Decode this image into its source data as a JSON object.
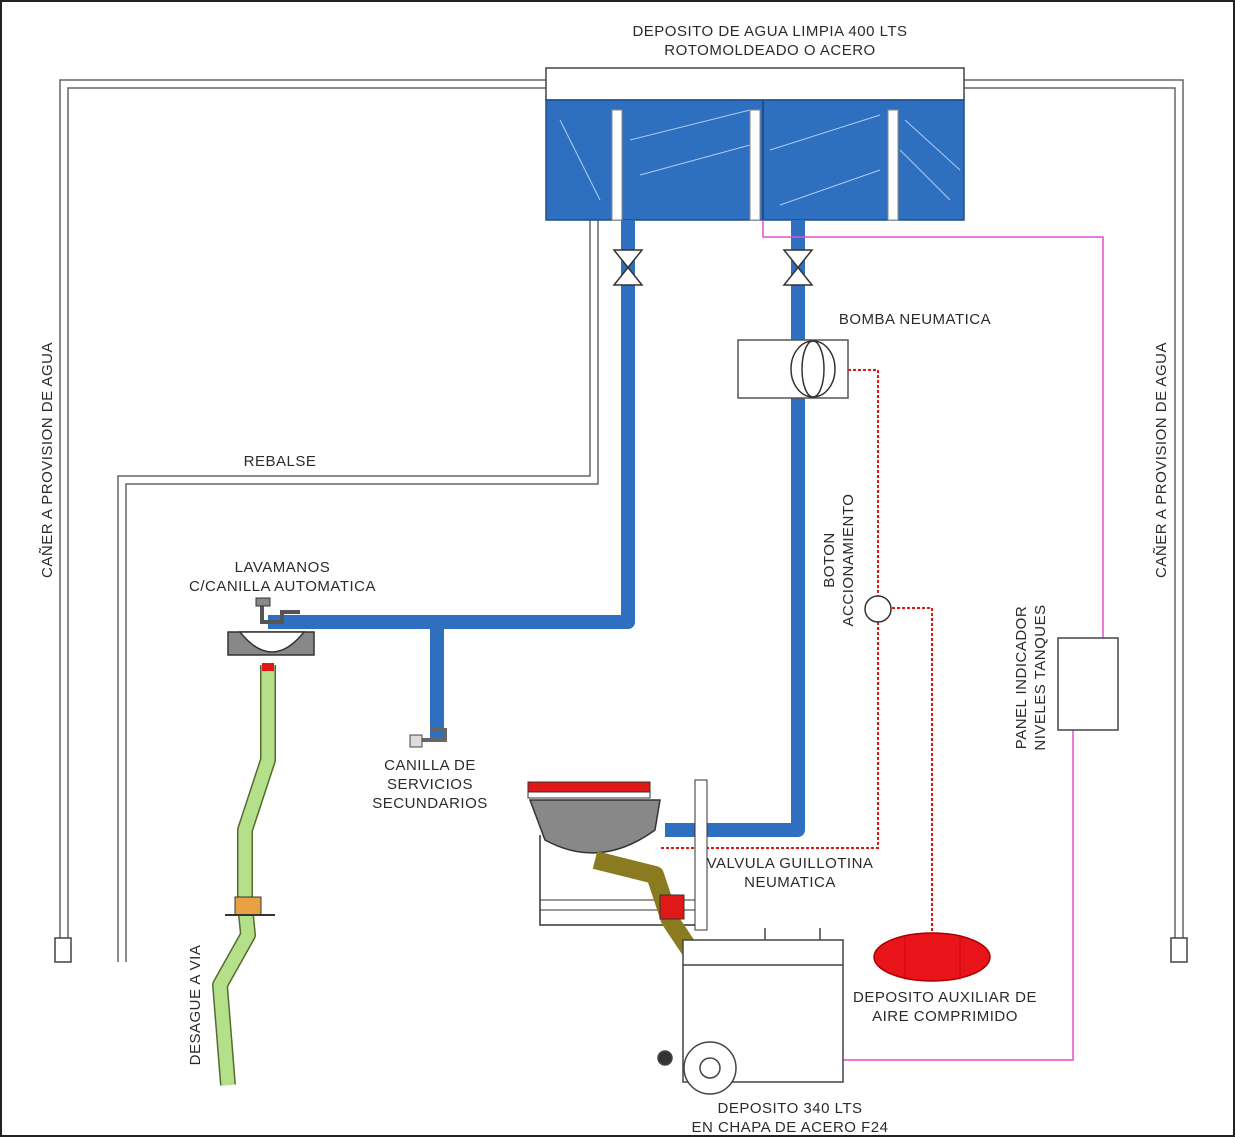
{
  "tank": {
    "title_line1": "DEPOSITO DE AGUA LIMPIA 400 LTS",
    "title_line2": "ROTOMOLDEADO O ACERO",
    "water_color": "#2f6fc0"
  },
  "pump_label": "BOMBA NEUMATICA",
  "overflow_label": "REBALSE",
  "supply_left": "CAÑER A PROVISION DE AGUA",
  "supply_right": "CAÑER A PROVISION DE AGUA",
  "sink": {
    "line1": "LAVAMANOS",
    "line2": "C/CANILLA AUTOMATICA"
  },
  "service_tap": {
    "line1": "CANILLA DE",
    "line2": "SERVICIOS",
    "line3": "SECUNDARIOS"
  },
  "button": {
    "line1": "BOTON",
    "line2": "ACCIONAMIENTO"
  },
  "panel": {
    "line1": "PANEL INDICADOR",
    "line2": "NIVELES TANQUES"
  },
  "valve_label": {
    "line1": "VALVULA GUILLOTINA",
    "line2": "NEUMATICA"
  },
  "air_tank": {
    "line1": "DEPOSITO AUXILIAR DE",
    "line2": "AIRE COMPRIMIDO",
    "color": "#e8141a"
  },
  "waste_tank": {
    "line1": "DEPOSITO 340 LTS",
    "line2": "EN CHAPA DE ACERO F24"
  },
  "drain_label": "DESAGUE A VIA",
  "colors": {
    "water_pipe": "#2f6fc0",
    "drain_pipe": "#b5e08a",
    "signal_line": "#e050d0",
    "air_line": "#e01818"
  }
}
